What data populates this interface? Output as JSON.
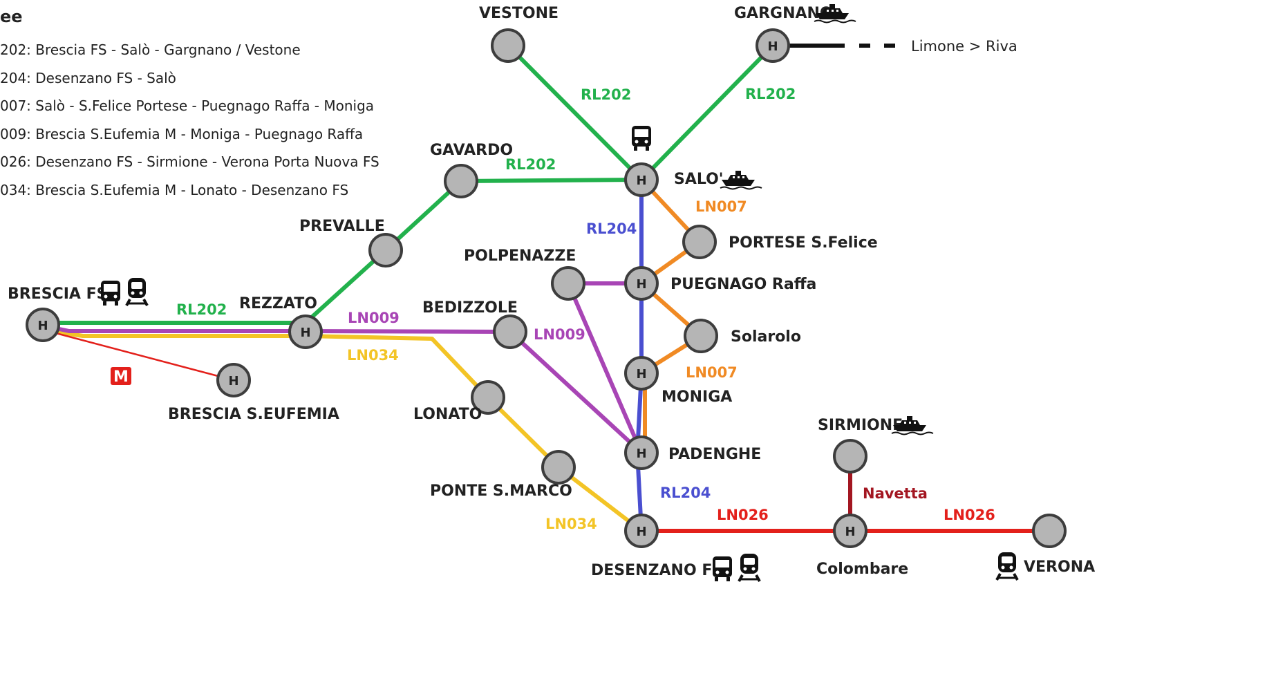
{
  "legend": {
    "title": "ee",
    "items": [
      "202: Brescia FS - Salò - Gargnano / Vestone",
      "204: Desenzano FS - Salò",
      "007: Salò - S.Felice Portese - Puegnago Raffa - Moniga",
      "009: Brescia S.Eufemia M - Moniga - Puegnago Raffa",
      "026: Desenzano FS - Sirmione - Verona Porta Nuova FS",
      "034: Brescia S.Eufemia M - Lonato - Desenzano FS"
    ]
  },
  "colors": {
    "RL202": "#22b14c",
    "RL204": "#4a4fd0",
    "LN007": "#f08a24",
    "LN009": "#a845b5",
    "LN026": "#e3201b",
    "LN034": "#f3c426",
    "navetta": "#a31621",
    "metro": "#e3201b",
    "station_fill": "#b5b5b5",
    "station_stroke": "#3d3d3d"
  },
  "hub_letter": "H",
  "metro_logo": "M",
  "stations": {
    "vestone": "VESTONE",
    "gargnano": "GARGNANO",
    "gavardo": "GAVARDO",
    "salo": "SALO'",
    "prevalle": "PREVALLE",
    "portese": "PORTESE S.Felice",
    "polpenazze": "POLPENAZZE",
    "puegnago": "PUEGNAGO Raffa",
    "brescia_fs": "BRESCIA FS",
    "rezzato": "REZZATO",
    "bedizzole": "BEDIZZOLE",
    "solarolo": "Solarolo",
    "moniga": "MONIGA",
    "brescia_eufemia": "BRESCIA S.EUFEMIA",
    "lonato": "LONATO",
    "sirmione": "SIRMIONE",
    "padenghe": "PADENGHE",
    "ponte_marco": "PONTE S.MARCO",
    "desenzano": "DESENZANO FS",
    "colombare": "Colombare",
    "verona": "VERONA"
  },
  "line_labels": {
    "rl202_vestone": "RL202",
    "rl202_gargnano": "RL202",
    "rl202_gavardo": "RL202",
    "rl202_brescia": "RL202",
    "rl204_north": "RL204",
    "rl204_south": "RL204",
    "ln007_north": "LN007",
    "ln007_south": "LN007",
    "ln009_rezzato": "LN009",
    "ln009_bedizzole": "LN009",
    "ln034_rezzato": "LN034",
    "ln034_lonato": "LN034",
    "ln026_west": "LN026",
    "ln026_east": "LN026",
    "navetta": "Navetta"
  },
  "ferry_note": "Limone > Riva",
  "icons": [
    "bus-icon",
    "train-icon",
    "ferry-icon",
    "metro-icon"
  ]
}
